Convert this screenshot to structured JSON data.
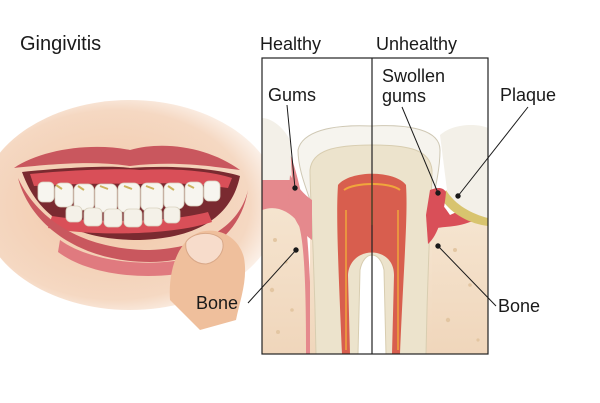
{
  "title": "Gingivitis",
  "panel_headers": {
    "left": "Healthy",
    "right": "Unhealthy"
  },
  "labels": {
    "gums": "Gums",
    "swollen_gums": "Swollen\ngums",
    "plaque": "Plaque",
    "bone_left": "Bone",
    "bone_right": "Bone"
  },
  "colors": {
    "gum": "#e5898d",
    "gum_inflamed": "#d94f58",
    "bone": "#f3dec6",
    "enamel": "#f6f4ee",
    "dentin": "#ece3cc",
    "pulp": "#d85e4e",
    "plaque": "#d8c46e",
    "lip": "#c9575e",
    "skin": "#efc09e"
  }
}
